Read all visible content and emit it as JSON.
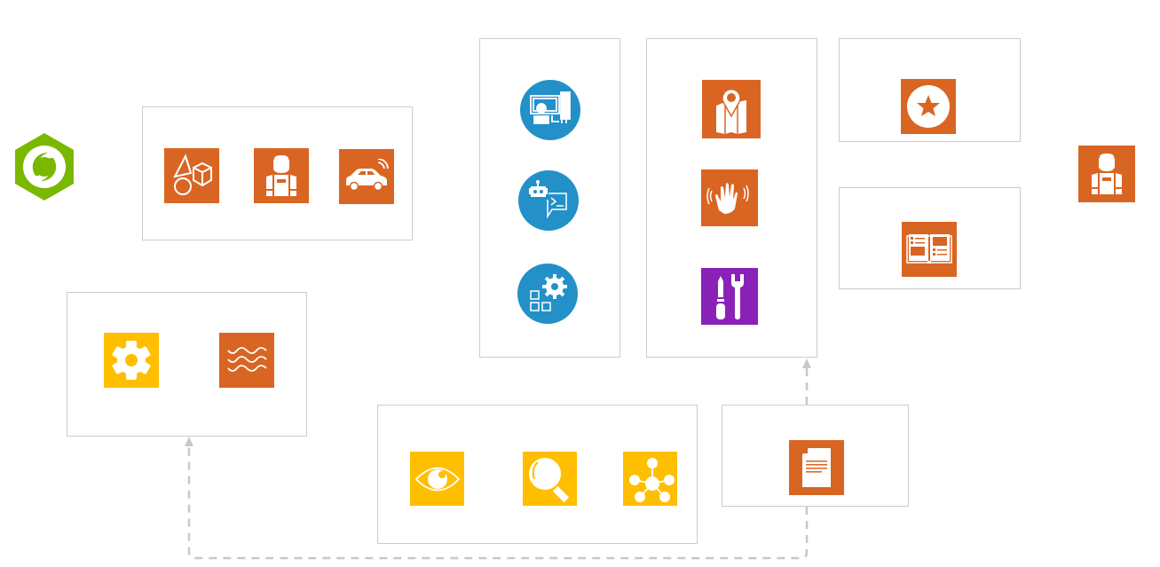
{
  "diagram": {
    "colors": {
      "orange": "#d96523",
      "blue": "#2390c8",
      "yellow": "#ffbe00",
      "purple": "#8a22b8",
      "green": "#7ab800",
      "border": "#cccccc",
      "connector": "#c8c8c8"
    },
    "logo": {
      "icon": "hexagon-swirl-logo-icon"
    },
    "groups": [
      {
        "id": "group-assets",
        "icons": [
          "3d-shapes-icon",
          "worker-icon",
          "connected-car-icon"
        ]
      },
      {
        "id": "group-blue-services",
        "icons": [
          "remote-presentation-icon",
          "chatbot-terminal-icon",
          "app-settings-icon"
        ]
      },
      {
        "id": "group-field-tools",
        "icons": [
          "map-pin-icon",
          "waving-hand-icon",
          "tools-icon"
        ]
      },
      {
        "id": "group-favorites",
        "icons": [
          "star-badge-icon"
        ]
      },
      {
        "id": "group-catalog",
        "icons": [
          "open-book-icon"
        ]
      },
      {
        "id": "group-config",
        "icons": [
          "gear-icon",
          "waves-icon"
        ]
      },
      {
        "id": "group-analysis",
        "icons": [
          "eye-icon",
          "magnifier-icon",
          "network-icon"
        ]
      },
      {
        "id": "group-document",
        "icons": [
          "document-icon"
        ]
      }
    ],
    "standalone": {
      "icon": "worker-icon"
    },
    "connectors": [
      {
        "from": "group-document",
        "to": "group-field-tools",
        "style": "dashed"
      },
      {
        "from": "group-document",
        "to": "group-config",
        "style": "dashed"
      }
    ]
  }
}
